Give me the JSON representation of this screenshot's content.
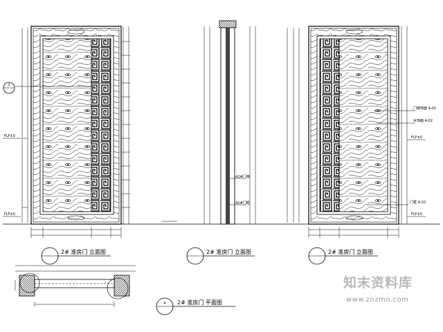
{
  "views": {
    "front_left": {
      "title": "2# 准房门 立面图",
      "callout_num": "2"
    },
    "side": {
      "title": "2# 准房门 立面图"
    },
    "front_right": {
      "title": "2# 准房门 立面图"
    },
    "plan": {
      "title": "2# 准房门 平面图",
      "callout_num": "4"
    }
  },
  "left_labels": {
    "ffl_mark": "FLF±0",
    "ffl_bottom": "FLF±0"
  },
  "side_labels": {
    "note_a": "A2#门扇",
    "note_b": "A2#门框"
  },
  "right_labels": {
    "note_1": "门扇饰面 A-01",
    "note_2": "木饰面 A-02",
    "note_3": "门框 A-03",
    "ffl_mark": "FLF±0",
    "ffl_bottom": "FLF±0"
  },
  "watermark": {
    "site_name": "知末资料库",
    "url": "www.znzmo.com"
  },
  "colors": {
    "line": "#000000",
    "watermark": "#b9b9b9"
  }
}
